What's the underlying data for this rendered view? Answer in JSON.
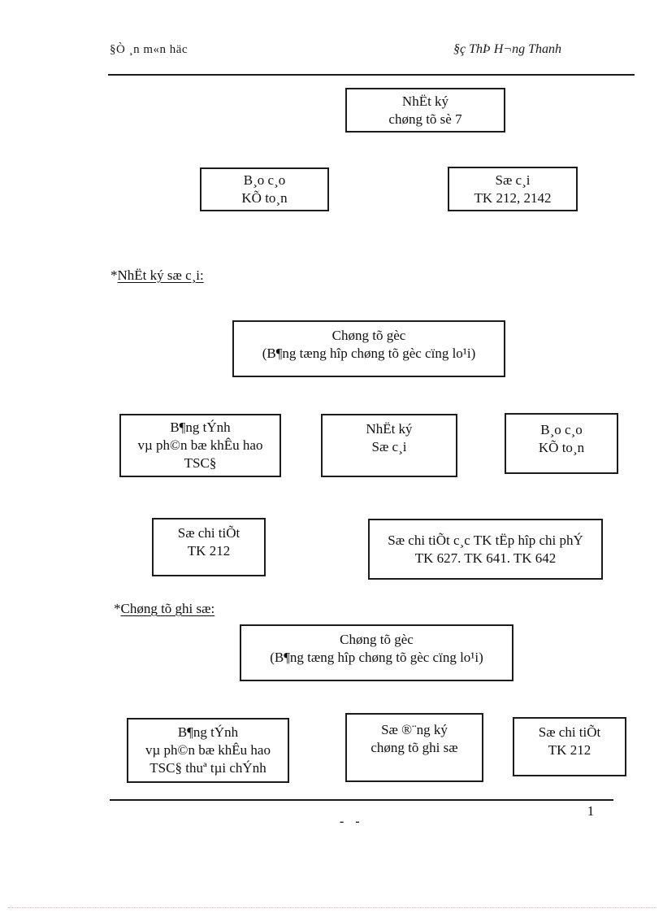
{
  "header": {
    "left": "§Ò ¸n m«n häc",
    "right": "§ç ThÞ H¬ng  Thanh"
  },
  "chart1": {
    "top_box": {
      "l1": "NhËt ký",
      "l2": "chøng tõ sè 7"
    },
    "left_box": {
      "l1": "B¸o c¸o",
      "l2": "KÕ to¸n"
    },
    "right_box": {
      "l1": "Sæ c¸i",
      "l2": "TK 212, 2142"
    }
  },
  "section1": {
    "star": "*",
    "title": "NhËt ký sæ c¸i:",
    "source_box": {
      "l1": "Chøng tõ gèc",
      "l2": "(B¶ng tæng hîp chøng tõ gèc cïng lo¹i)"
    },
    "left_box": {
      "l1": "B¶ng tÝnh",
      "l2": "vµ ph©n bæ khÊu hao",
      "l3": "TSC§"
    },
    "mid_box": {
      "l1": "NhËt ký",
      "l2": "Sæ c¸i"
    },
    "right_box": {
      "l1": "B¸o c¸o",
      "l2": "KÕ to¸n"
    },
    "detail_left": {
      "l1": "Sæ chi tiÕt",
      "l2": "TK 212"
    },
    "detail_right": {
      "l1": "Sæ chi tiÕt c¸c TK tËp hîp chi phÝ",
      "l2": "TK 627. TK 641. TK 642"
    }
  },
  "section2": {
    "star": "*",
    "title": "Chøng tõ ghi  sæ:",
    "source_box": {
      "l1": "Chøng tõ gèc",
      "l2": "(B¶ng tæng hîp chøng tõ gèc cïng lo¹i)"
    },
    "left_box": {
      "l1": "B¶ng tÝnh",
      "l2": "vµ ph©n bæ khÊu hao",
      "l3": "TSC§ thuª tµi chÝnh"
    },
    "mid_box": {
      "l1": "Sæ ®¨ng ký",
      "l2": "chøng tõ ghi  sæ"
    },
    "right_box": {
      "l1": "Sæ chi tiÕt",
      "l2": "TK 212"
    }
  },
  "footer": {
    "page_number": "1",
    "dashes": "-  -"
  },
  "colors": {
    "text": "#111111",
    "box_border": "#1c1c1c",
    "dotted_line": "#ee9ad8"
  }
}
